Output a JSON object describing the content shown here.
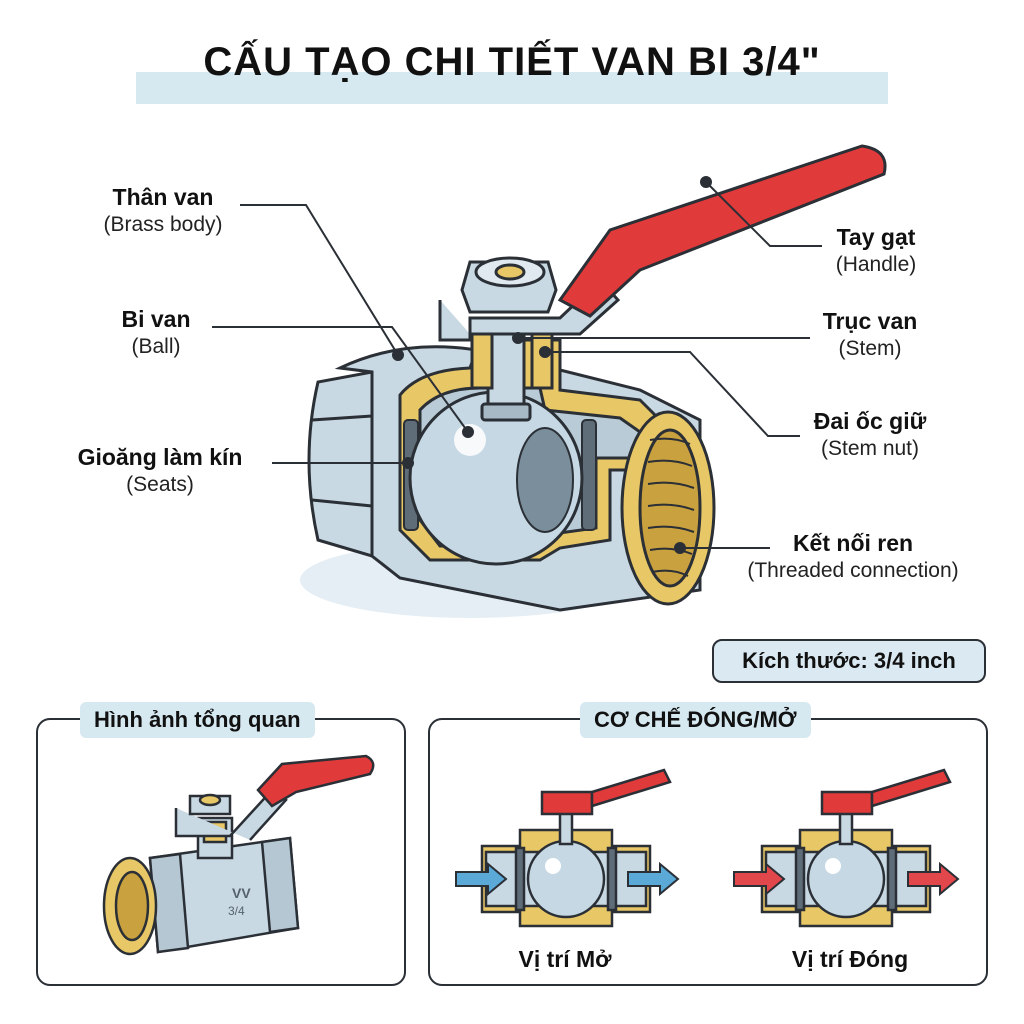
{
  "title": "CẤU TẠO CHI TIẾT VAN BI 3/4\"",
  "labels": {
    "body": {
      "vi": "Thân van",
      "en": "(Brass body)"
    },
    "ball": {
      "vi": "Bi van",
      "en": "(Ball)"
    },
    "seats": {
      "vi": "Gioăng làm kín",
      "en": "(Seats)"
    },
    "handle": {
      "vi": "Tay gạt",
      "en": "(Handle)"
    },
    "stem": {
      "vi": "Trục van",
      "en": "(Stem)"
    },
    "stem_nut": {
      "vi": "Đai ốc giữ",
      "en": "(Stem nut)"
    },
    "thread": {
      "vi": "Kết nối ren",
      "en": "(Threaded connection)"
    }
  },
  "size_badge": "Kích thước: 3/4 inch",
  "overview": {
    "title": "Hình ảnh tổng quan",
    "body_marking": "3/4"
  },
  "mechanism": {
    "title": "CƠ CHẾ ĐÓNG/MỞ",
    "open_label": "Vị trí Mở",
    "closed_label": "Vị trí Đóng"
  },
  "colors": {
    "handle_red": "#e03a3a",
    "brass": "#e8c766",
    "steel": "#c9d9e3",
    "accent_band": "#d6e9f1",
    "flow_blue": "#5aa9d6",
    "flow_red": "#e2474b"
  }
}
